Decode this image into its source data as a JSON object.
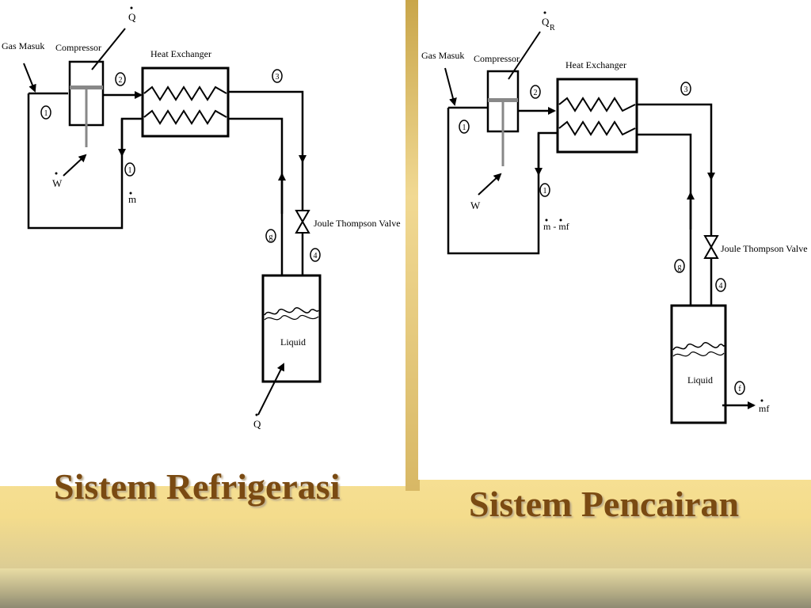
{
  "left": {
    "title": "Sistem Refrigerasi",
    "gas_in": "Gas Masuk",
    "compressor": "Compressor",
    "heat_exchanger": "Heat Exchanger",
    "valve": "Joule Thompson Valve",
    "liquid": "Liquid",
    "q_top": "Q",
    "q_bottom": "Q",
    "work": "W",
    "flow": "m",
    "n1": "1",
    "n2": "2",
    "n3": "3",
    "n4": "4",
    "ng": "g"
  },
  "right": {
    "title": "Sistem Pencairan",
    "gas_in": "Gas Masuk",
    "compressor": "Compressor",
    "heat_exchanger": "Heat Exchanger",
    "valve": "Joule Thompson Valve",
    "liquid": "Liquid",
    "q_top": "Q",
    "q_sub": "R",
    "work": "W",
    "flow": "m - mf",
    "out_flow": "mf",
    "n1": "1",
    "n2": "2",
    "n3": "3",
    "n4": "4",
    "ng": "g",
    "nf": "f"
  },
  "colors": {
    "title": "#7a4a12",
    "background": "#fdf3c6"
  }
}
